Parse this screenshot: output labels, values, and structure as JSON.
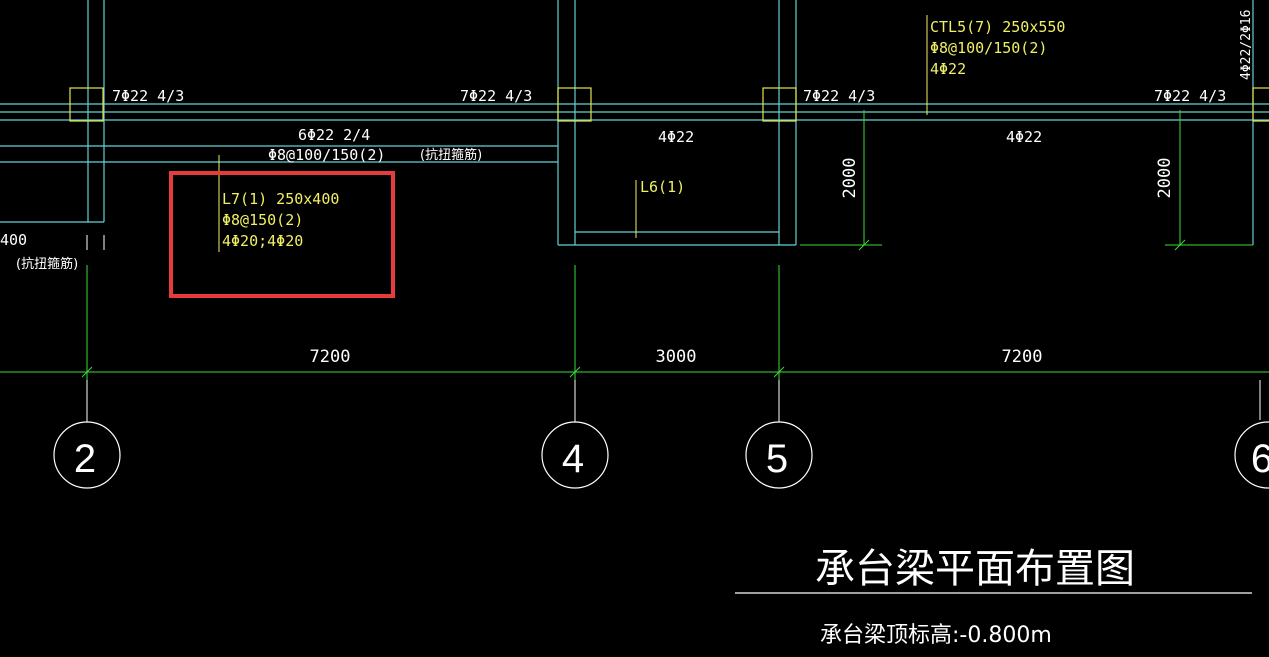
{
  "colors": {
    "background": "#000000",
    "beam": "#64d2d2",
    "column": "#e6e64b",
    "dimension": "#3cdc3c",
    "annotation": "#f0f064",
    "white": "#ffffff",
    "highlight": "#e63c3c"
  },
  "beams": {
    "top_spans": [
      "7Φ22 4/3",
      "7Φ22 4/3",
      "7Φ22 4/3",
      "7Φ22 4/3"
    ],
    "mid_span_top": "6Φ22 2/4",
    "mid_span_stirrup": "Φ8@100/150(2)",
    "torsion_note": "(抗扭箍筋)",
    "left_dim": "400",
    "left_note": "(抗扭箍筋)",
    "span_4_5": "4Φ22",
    "span_5_6": "4Φ22",
    "l6_label": "L6(1)",
    "vertical_right": "4Φ22/2Φ16"
  },
  "ctl5": {
    "line1": "CTL5(7) 250x550",
    "line2": "Φ8@100/150(2)",
    "line3": "4Φ22"
  },
  "l7": {
    "line1": "L7(1) 250x400",
    "line2": "Φ8@150(2)",
    "line3": "4Φ20;4Φ20"
  },
  "dims": {
    "d1": "7200",
    "d2": "3000",
    "d3": "7200",
    "v1": "2000",
    "v2": "2000"
  },
  "axes": [
    "2",
    "4",
    "5",
    "6"
  ],
  "title": {
    "main": "承台梁平面布置图",
    "sub": "承台梁顶标高:-0.800m"
  }
}
